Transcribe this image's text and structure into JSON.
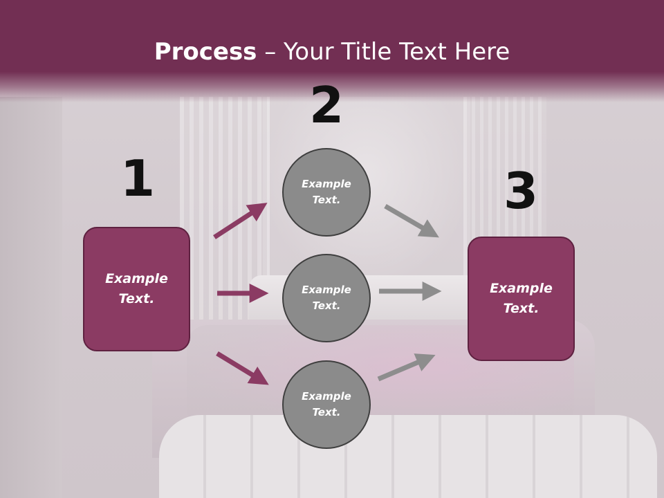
{
  "title": {
    "strong": "Process",
    "rest": " – Your Title Text Here"
  },
  "steps": [
    "1",
    "2",
    "3"
  ],
  "left_box": {
    "label": "Example\nText."
  },
  "right_box": {
    "label": "Example\nText."
  },
  "circles": [
    {
      "label": "Example\nText."
    },
    {
      "label": "Example\nText."
    },
    {
      "label": "Example\nText."
    }
  ],
  "colors": {
    "title_band": "#722f53",
    "box_fill": "#8b3b63",
    "circle_fill": "#8b8b8b",
    "arrow_purple": "#8b3b63",
    "arrow_gray": "#8d8d8d"
  }
}
